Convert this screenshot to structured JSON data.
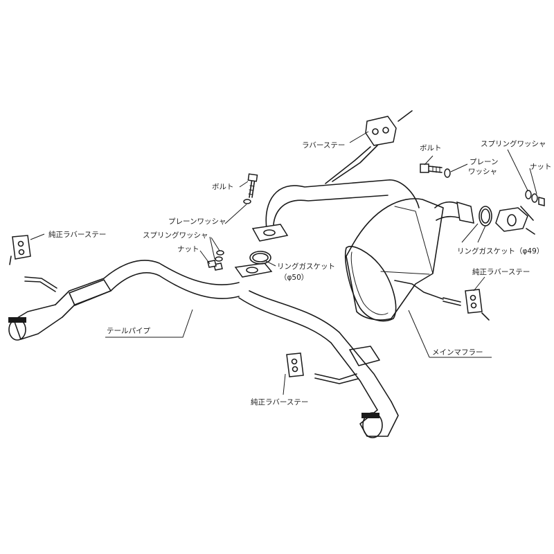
{
  "labels": {
    "rubber_stay": "ラバーステー",
    "bolt_left": "ボルト",
    "plain_washer_left": "プレーンワッシャ",
    "spring_washer_left": "スプリングワッシャ",
    "nut_left": "ナット",
    "ring_gasket_50_a": "リングガスケット",
    "ring_gasket_50_b": "（φ50）",
    "genuine_rubber_stay_left": "純正ラバーステー",
    "tail_pipe": "テールパイプ",
    "bolt_right": "ボルト",
    "plain_washer_right_a": "プレーン",
    "plain_washer_right_b": "ワッシャ",
    "spring_washer_right": "スプリングワッシャ",
    "nut_right": "ナット",
    "ring_gasket_49": "リングガスケット（φ49）",
    "genuine_rubber_stay_right": "純正ラバーステー",
    "main_muffler": "メインマフラー",
    "genuine_rubber_stay_bottom": "純正ラバーステー"
  }
}
